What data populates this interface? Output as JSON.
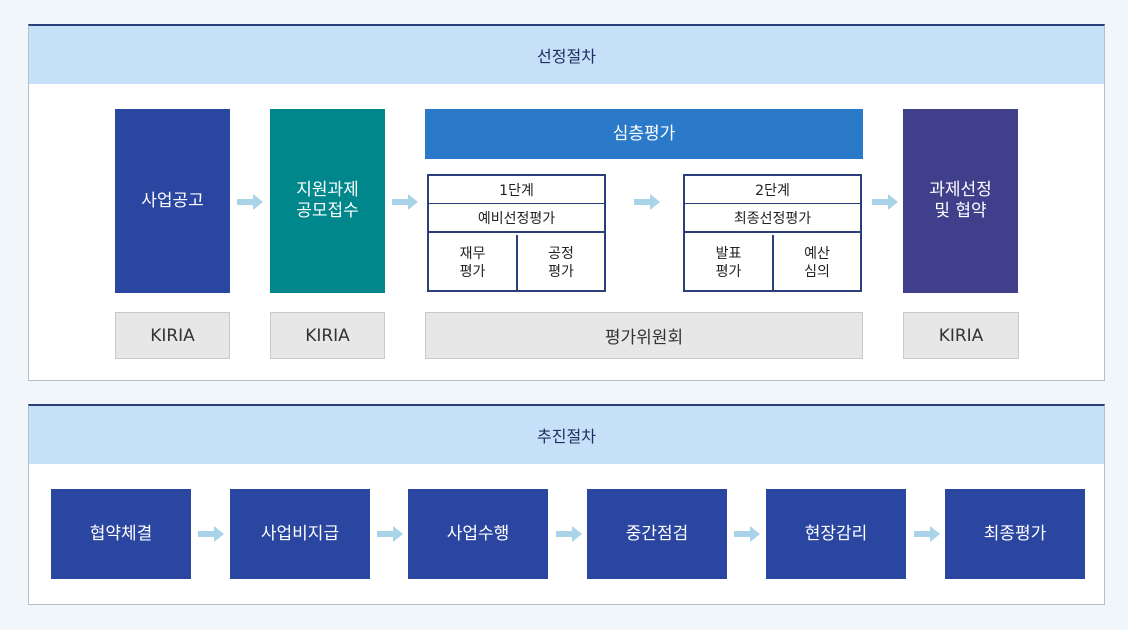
{
  "selection": {
    "title": "선정절차",
    "announce": "사업공고",
    "apply": "지원과제\n공모접수",
    "deep_eval": "심층평가",
    "stage1": {
      "title": "1단계",
      "sub": "예비선정평가",
      "cells": [
        "재무\n평가",
        "공정\n평가"
      ]
    },
    "stage2": {
      "title": "2단계",
      "sub": "최종선정평가",
      "cells": [
        "발표\n평가",
        "예산\n심의"
      ]
    },
    "select": "과제선정\n및 협약",
    "org_1": "KIRIA",
    "org_2": "KIRIA",
    "committee": "평가위원회",
    "org_3": "KIRIA"
  },
  "progress": {
    "title": "추진절차",
    "steps": [
      "협약체결",
      "사업비지급",
      "사업수행",
      "중간점검",
      "현장감리",
      "최종평가"
    ]
  },
  "colors": {
    "navy": "#2a46a0",
    "teal": "#00878c",
    "deep_blue": "#2b7ac9",
    "purple": "#3f3f8b",
    "arrow": "#a9d3e8"
  }
}
